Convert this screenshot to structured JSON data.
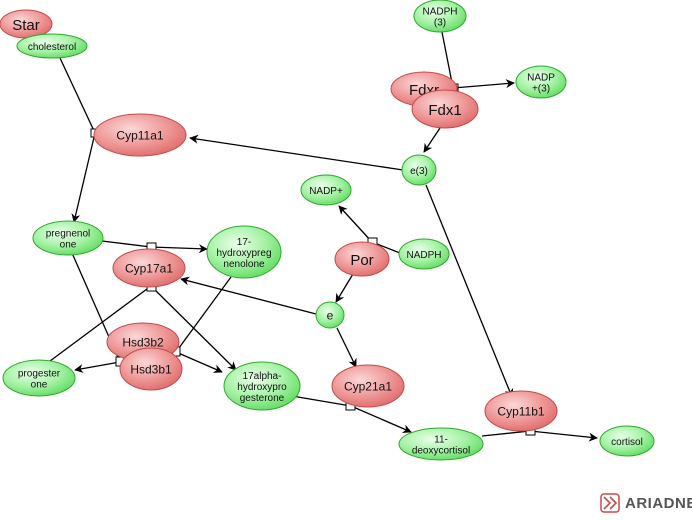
{
  "brand": {
    "name": "ARIADNE"
  },
  "nodes": [
    {
      "id": "star",
      "kind": "protein",
      "lines": [
        "Star"
      ]
    },
    {
      "id": "cholesterol",
      "kind": "molecule",
      "lines": [
        "cholesterol"
      ]
    },
    {
      "id": "cyp11a1",
      "kind": "protein",
      "lines": [
        "Cyp11a1"
      ]
    },
    {
      "id": "pregnenolone",
      "kind": "molecule",
      "lines": [
        "pregnenol",
        "one"
      ]
    },
    {
      "id": "hydroxypregnenolone",
      "kind": "molecule",
      "lines": [
        "17-",
        "hydroxypreg",
        "nenolone"
      ]
    },
    {
      "id": "cyp17a1",
      "kind": "protein",
      "lines": [
        "Cyp17a1"
      ]
    },
    {
      "id": "hsd3b2",
      "kind": "protein",
      "lines": [
        "Hsd3b2"
      ]
    },
    {
      "id": "hsd3b1",
      "kind": "protein",
      "lines": [
        "Hsd3b1"
      ]
    },
    {
      "id": "progesterone",
      "kind": "molecule",
      "lines": [
        "progester",
        "one"
      ]
    },
    {
      "id": "hydroxyprogesterone",
      "kind": "molecule",
      "lines": [
        "17alpha-",
        "hydroxypro",
        "gesterone"
      ]
    },
    {
      "id": "nadph3",
      "kind": "molecule",
      "lines": [
        "NADPH",
        "(3)"
      ]
    },
    {
      "id": "nadp3",
      "kind": "molecule",
      "lines": [
        "NADP",
        "+(3)"
      ]
    },
    {
      "id": "fdxr",
      "kind": "protein",
      "lines": [
        "Fdxr"
      ]
    },
    {
      "id": "fdx1",
      "kind": "protein",
      "lines": [
        "Fdx1"
      ]
    },
    {
      "id": "e3",
      "kind": "molecule",
      "lines": [
        "e(3)"
      ]
    },
    {
      "id": "nadpplus",
      "kind": "molecule",
      "lines": [
        "NADP+"
      ]
    },
    {
      "id": "por",
      "kind": "protein",
      "lines": [
        "Por"
      ]
    },
    {
      "id": "nadph",
      "kind": "molecule",
      "lines": [
        "NADPH"
      ]
    },
    {
      "id": "e",
      "kind": "molecule",
      "lines": [
        "e"
      ]
    },
    {
      "id": "cyp21a1",
      "kind": "protein",
      "lines": [
        "Cyp21a1"
      ]
    },
    {
      "id": "deoxycortisol",
      "kind": "molecule",
      "lines": [
        "11-",
        "deoxycortisol"
      ]
    },
    {
      "id": "cyp11b1",
      "kind": "protein",
      "lines": [
        "Cyp11b1"
      ]
    },
    {
      "id": "cortisol",
      "kind": "molecule",
      "lines": [
        "cortisol"
      ]
    }
  ]
}
